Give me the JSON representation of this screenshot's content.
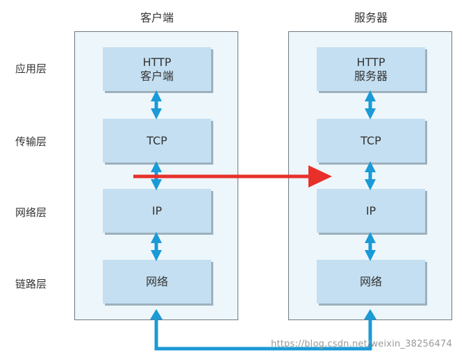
{
  "columns": {
    "client": {
      "title": "客户端",
      "top_box_line1": "HTTP",
      "top_box_line2": "客户端"
    },
    "server": {
      "title": "服务器",
      "top_box_line1": "HTTP",
      "top_box_line2": "服务器"
    }
  },
  "layers": [
    "应用层",
    "传输层",
    "网络层",
    "链路层"
  ],
  "boxes": {
    "tcp": "TCP",
    "ip": "IP",
    "network": "网络"
  },
  "watermark": "https://blog.csdn.net/weixin_38256474",
  "colors": {
    "connector": "#1a9ad6",
    "red_arrow": "#e8302a",
    "box_fill": "#c4dff1",
    "panel_fill": "#edf6fb"
  }
}
